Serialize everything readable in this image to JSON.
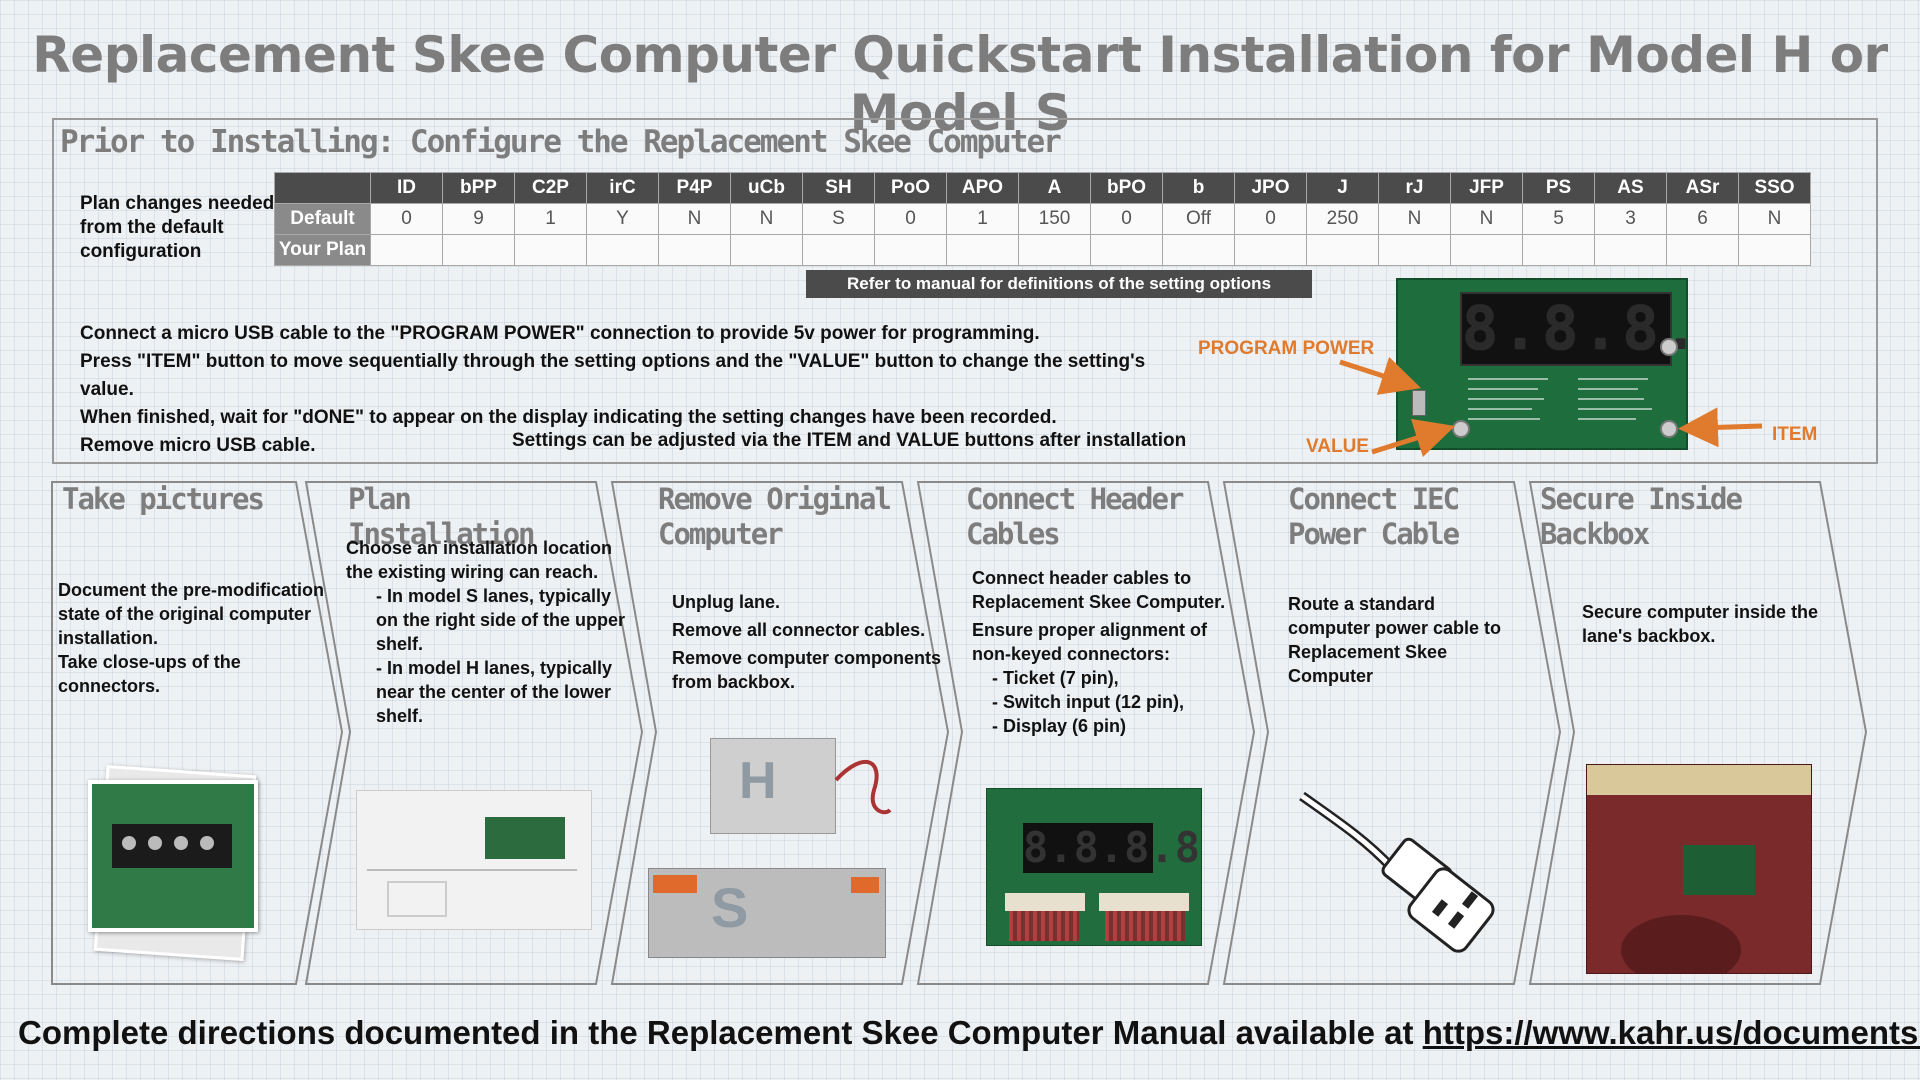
{
  "title": "Replacement Skee Computer Quickstart Installation for Model H or Model S",
  "prior": {
    "heading": "Prior to Installing:  Configure the Replacement Skee Computer",
    "plan_text": "Plan changes needed from the default configuration",
    "table": {
      "columns": [
        "ID",
        "bPP",
        "C2P",
        "irC",
        "P4P",
        "uCb",
        "SH",
        "PoO",
        "APO",
        "A",
        "bPO",
        "b",
        "JPO",
        "J",
        "rJ",
        "JFP",
        "PS",
        "AS",
        "ASr",
        "SSO"
      ],
      "default_label": "Default",
      "default_values": [
        "0",
        "9",
        "1",
        "Y",
        "N",
        "N",
        "S",
        "0",
        "1",
        "150",
        "0",
        "Off",
        "0",
        "250",
        "N",
        "N",
        "5",
        "3",
        "6",
        "N"
      ],
      "plan_label": "Your Plan"
    },
    "refer_note": "Refer to manual for definitions of the setting options",
    "instructions": [
      "Connect a micro USB cable to the \"PROGRAM POWER\" connection to provide 5v power for programming.",
      "Press \"ITEM\" button to move sequentially through the setting options and the \"VALUE\" button to change the setting's value.",
      "When finished, wait for \"dONE\" to appear on the display indicating the setting changes have been recorded.",
      "Remove micro USB cable."
    ],
    "adjust_note": "Settings can be adjusted via the ITEM and VALUE buttons after installation",
    "board": {
      "display": "8.8.8.8",
      "label_program_power": "PROGRAM POWER",
      "label_value": "VALUE",
      "label_item": "ITEM"
    }
  },
  "steps": [
    {
      "title": "Take pictures",
      "body": [
        "Document the pre-modification",
        "state of the original computer installation.",
        "Take close-ups of the connectors."
      ]
    },
    {
      "title": "Plan Installation",
      "body": [
        "Choose an installation location the existing wiring can reach."
      ],
      "sub": [
        "- In model S lanes, typically on the right side of the upper shelf.",
        "- In model H lanes, typically near the center of the lower shelf."
      ]
    },
    {
      "title": "Remove Original Computer",
      "body": [
        "Unplug lane.",
        "Remove all connector cables.",
        "Remove computer components from backbox."
      ],
      "img_label_h": "H",
      "img_label_s": "S"
    },
    {
      "title": "Connect Header Cables",
      "body": [
        "Connect header cables to Replacement Skee Computer.",
        "Ensure proper alignment of non-keyed connectors:"
      ],
      "sub": [
        "- Ticket (7 pin),",
        "- Switch input (12 pin),",
        "- Display (6 pin)"
      ],
      "display": "8.8.8.8"
    },
    {
      "title": "Connect IEC Power Cable",
      "body": [
        "Route a standard computer power cable to Replacement Skee Computer"
      ]
    },
    {
      "title": "Secure Inside Backbox",
      "body": [
        "Secure computer inside the lane's backbox."
      ]
    }
  ],
  "footer": {
    "text": "Complete directions documented in the Replacement Skee Computer Manual available at ",
    "link": "https://www.kahr.us/documents.html"
  },
  "colors": {
    "heading_gray": "#7d7d7d",
    "table_header": "#4b4b4b",
    "orange_label": "#e07a2c",
    "board_green": "#1d6e3c"
  }
}
